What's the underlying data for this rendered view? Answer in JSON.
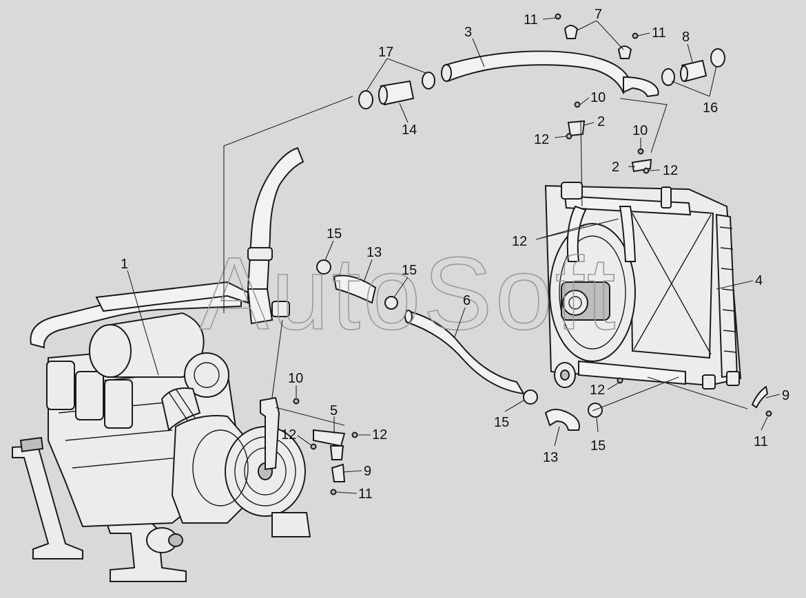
{
  "watermark_text": "AutoSoft",
  "callouts": [
    {
      "id": "c1",
      "text": "1"
    },
    {
      "id": "c2a",
      "text": "2"
    },
    {
      "id": "c2b",
      "text": "2"
    },
    {
      "id": "c3",
      "text": "3"
    },
    {
      "id": "c4",
      "text": "4"
    },
    {
      "id": "c5",
      "text": "5"
    },
    {
      "id": "c6",
      "text": "6"
    },
    {
      "id": "c7",
      "text": "7"
    },
    {
      "id": "c8",
      "text": "8"
    },
    {
      "id": "c9a",
      "text": "9"
    },
    {
      "id": "c9b",
      "text": "9"
    },
    {
      "id": "c10a",
      "text": "10"
    },
    {
      "id": "c10b",
      "text": "10"
    },
    {
      "id": "c10c",
      "text": "10"
    },
    {
      "id": "c11a",
      "text": "11"
    },
    {
      "id": "c11b",
      "text": "11"
    },
    {
      "id": "c11c",
      "text": "11"
    },
    {
      "id": "c11d",
      "text": "11"
    },
    {
      "id": "c12a",
      "text": "12"
    },
    {
      "id": "c12b",
      "text": "12"
    },
    {
      "id": "c12c",
      "text": "12"
    },
    {
      "id": "c12d",
      "text": "12"
    },
    {
      "id": "c12e",
      "text": "12"
    },
    {
      "id": "c12f",
      "text": "12"
    },
    {
      "id": "c13a",
      "text": "13"
    },
    {
      "id": "c13b",
      "text": "13"
    },
    {
      "id": "c14",
      "text": "14"
    },
    {
      "id": "c15a",
      "text": "15"
    },
    {
      "id": "c15b",
      "text": "15"
    },
    {
      "id": "c15c",
      "text": "15"
    },
    {
      "id": "c15d",
      "text": "15"
    },
    {
      "id": "c16",
      "text": "16"
    },
    {
      "id": "c17",
      "text": "17"
    }
  ]
}
